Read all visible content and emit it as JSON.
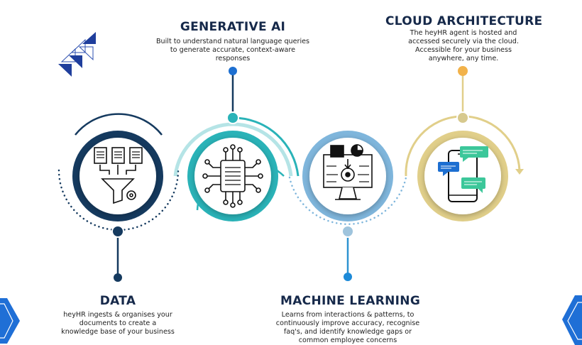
{
  "steps": [
    {
      "title": "DATA",
      "description": [
        "heyHR ingests & organises your",
        "documents to create a",
        "knowledge base of your business"
      ],
      "icon": "document-funnel-gear-icon",
      "color": "#153a5f"
    },
    {
      "title": "GENERATIVE AI",
      "description": [
        "Built to understand natural language queries",
        "to generate accurate, context-aware",
        "responses"
      ],
      "icon": "ai-chip-icon",
      "color": "#2ab3b8"
    },
    {
      "title": "MACHINE LEARNING",
      "description": [
        "Learns from interactions & patterns, to",
        "continuously improve accuracy, recognise",
        "faq's, and identify knowledge gaps or",
        "common employee concerns"
      ],
      "icon": "computer-learning-icon",
      "color": "#7fb6dc"
    },
    {
      "title": "CLOUD ARCHITECTURE",
      "description": [
        "The heyHR agent is hosted and",
        "accessed securely via the cloud.",
        "Accessible for your business",
        "anywhere, any time."
      ],
      "icon": "smartphone-chat-icon",
      "color": "#e1cf8a"
    }
  ],
  "colors": {
    "dark_navy": "#153a5f",
    "teal": "#2ab3b8",
    "light_blue": "#7fb6dc",
    "gold": "#e1cf8a",
    "accent_orange": "#f2b24a",
    "royal_blue": "#1d6fd1",
    "chat_green": "#3cc79a"
  },
  "decorations": [
    "chevron-arrows-icon"
  ]
}
